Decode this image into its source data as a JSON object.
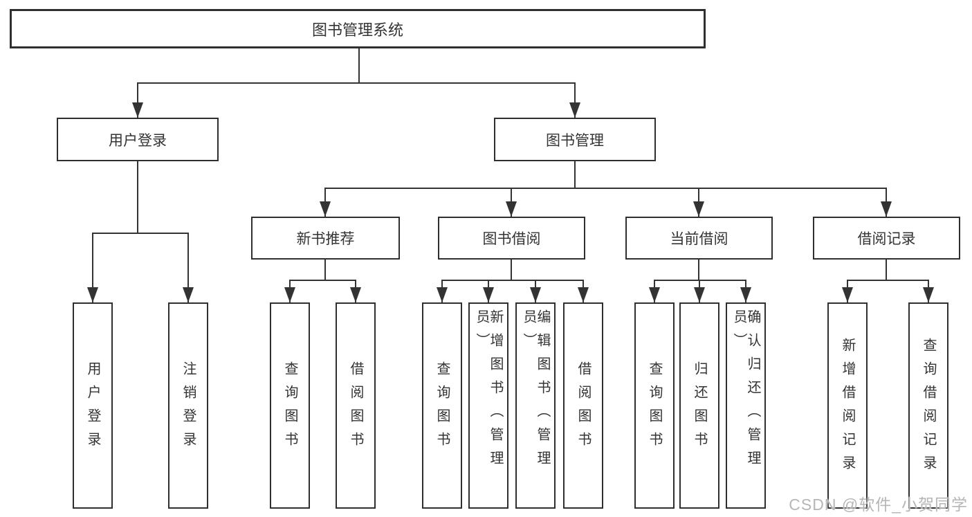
{
  "diagram_title": "图书管理系统",
  "nodes": {
    "root": "图书管理系统",
    "user_login": "用户登录",
    "book_manage": "图书管理",
    "new_book_recommend": "新书推荐",
    "book_borrow": "图书借阅",
    "current_borrow": "当前借阅",
    "borrow_record": "借阅记录",
    "login": "用户登录",
    "logout": "注销登录",
    "nbr_query_book": "查询图书",
    "nbr_borrow_book": "借阅图书",
    "bb_query_book": "查询图书",
    "bb_add_book_admin": "新增图书（管理员）",
    "bb_edit_book_admin": "编辑图书（管理员）",
    "bb_borrow_book": "借阅图书",
    "cb_query_book": "查询图书",
    "cb_return_book": "归还图书",
    "cb_confirm_return_admin": "确认归还（管理员）",
    "br_add_record": "新增借阅记录",
    "br_query_record": "查询借阅记录"
  },
  "watermark": "CSDN @软件_小贺同学",
  "colors": {
    "line": "#333333",
    "box_border": "#2f2f2f",
    "text": "#333333",
    "background": "#ffffff",
    "watermark": "#b6b6b6"
  }
}
